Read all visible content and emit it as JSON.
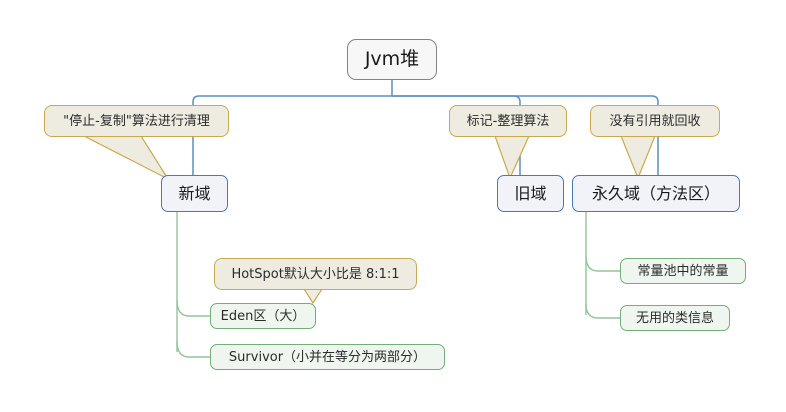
{
  "diagram": {
    "title": "JVM heap structure mind map",
    "colors": {
      "root_border": "#838383",
      "root_fill": "#f7f7f7",
      "blue_border": "#4a7ab5",
      "blue_fill": "#f1f3f8",
      "green_border": "#74ad79",
      "green_fill": "#eff6ef",
      "note_border": "#c9a94f",
      "note_fill": "#eeece0",
      "edge_blue": "#5b8ec4",
      "edge_green": "#93c49a",
      "background": "#ffffff"
    },
    "root": {
      "label": "Jvm堆"
    },
    "branches": [
      {
        "label": "新域"
      },
      {
        "label": "旧域"
      },
      {
        "label": "永久域（方法区）"
      }
    ],
    "leaves": [
      {
        "label": "Eden区（大）"
      },
      {
        "label": "Survivor（小并在等分为两部分）"
      },
      {
        "label": "常量池中的常量"
      },
      {
        "label": "无用的类信息"
      }
    ],
    "notes": [
      {
        "label": "\"停止-复制\"算法进行清理"
      },
      {
        "label": "标记-整理算法"
      },
      {
        "label": "没有引用就回收"
      },
      {
        "label": "HotSpot默认大小比是 8:1:1"
      }
    ]
  }
}
